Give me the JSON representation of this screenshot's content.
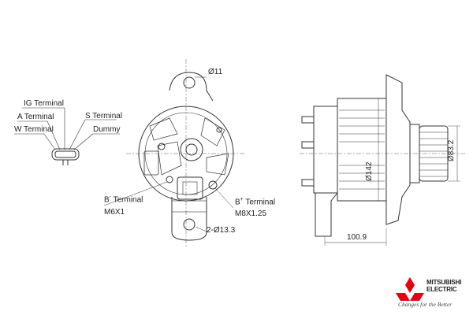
{
  "connector_labels": {
    "ig": "IG Terminal",
    "a": "A Terminal",
    "s": "S Terminal",
    "w": "W Terminal",
    "dummy": "Dummy"
  },
  "front_view": {
    "hole_dia": "Ø11",
    "b_minus": {
      "prefix": "B",
      "sup": "-",
      "label": " Terminal",
      "thread": "M6X1"
    },
    "b_plus": {
      "prefix": "B",
      "sup": "+",
      "label": " Terminal",
      "thread": "M8X1.25"
    },
    "mount_holes": "2-Ø13.3"
  },
  "side_view": {
    "body_dia": "Ø142",
    "pulley_dia": "Ø83.2",
    "length": "100.9"
  },
  "logo": {
    "line1": "MITSUBISHI",
    "line2": "ELECTRIC",
    "tagline": "Changes for the Better",
    "color": "#e60012"
  }
}
